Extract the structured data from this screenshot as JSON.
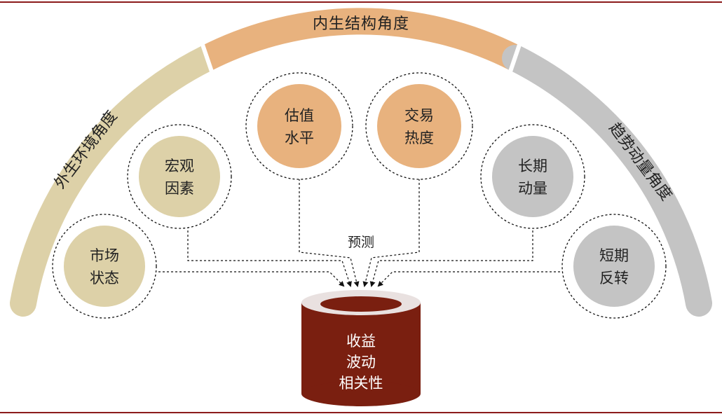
{
  "arcs": {
    "left": {
      "label": "外生环境角度",
      "color": "#ddd1a8"
    },
    "top": {
      "label": "内生结构角度",
      "color": "#e8b27e"
    },
    "right": {
      "label": "趋势动量角度",
      "color": "#c4c4c4"
    }
  },
  "circles": {
    "market_state": {
      "line1": "市场",
      "line2": "状态",
      "color": "#ddd1a8"
    },
    "macro_factors": {
      "line1": "宏观",
      "line2": "因素",
      "color": "#ddd1a8"
    },
    "valuation": {
      "line1": "估值",
      "line2": "水平",
      "color": "#e8b27e"
    },
    "trading_heat": {
      "line1": "交易",
      "line2": "热度",
      "color": "#e8b27e"
    },
    "long_momentum": {
      "line1": "长期",
      "line2": "动量",
      "color": "#c4c4c4"
    },
    "short_reversal": {
      "line1": "短期",
      "line2": "反转",
      "color": "#c4c4c4"
    }
  },
  "center_label": "预测",
  "cylinder": {
    "line1": "收益",
    "line2": "波动",
    "line3": "相关性",
    "color": "#7a1f10"
  },
  "frame_color": "#8b1a1a"
}
